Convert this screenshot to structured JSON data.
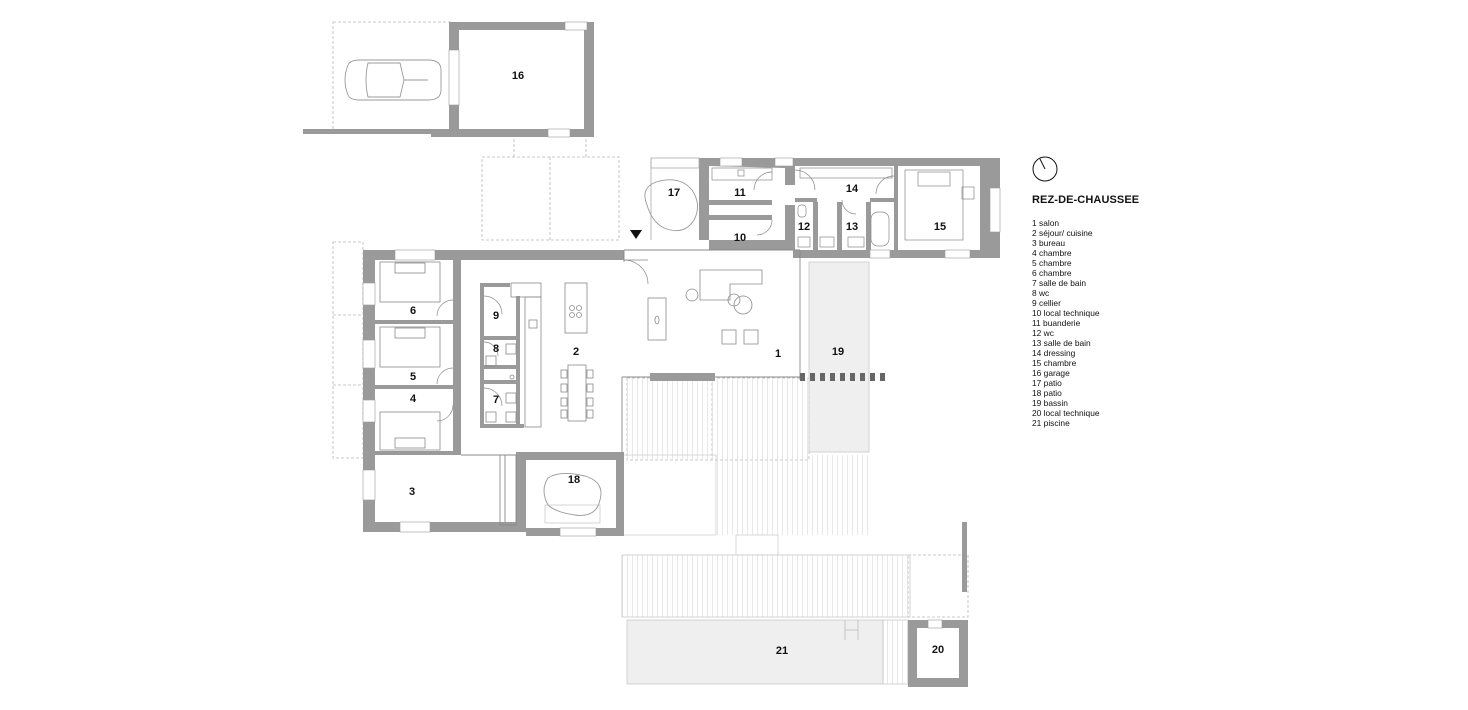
{
  "title": "REZ-DE-CHAUSSEE",
  "colors": {
    "wall": "#9a9a9a",
    "line": "#7a7a7a",
    "dash": "#b5b5b5",
    "water": "#efefef",
    "text": "#111111"
  },
  "rooms": [
    {
      "num": "1",
      "name": "salon"
    },
    {
      "num": "2",
      "name": "séjour/ cuisine"
    },
    {
      "num": "3",
      "name": "bureau"
    },
    {
      "num": "4",
      "name": "chambre"
    },
    {
      "num": "5",
      "name": "chambre"
    },
    {
      "num": "6",
      "name": "chambre"
    },
    {
      "num": "7",
      "name": "salle de bain"
    },
    {
      "num": "8",
      "name": "wc"
    },
    {
      "num": "9",
      "name": "cellier"
    },
    {
      "num": "10",
      "name": "local technique"
    },
    {
      "num": "11",
      "name": "buanderie"
    },
    {
      "num": "12",
      "name": "wc"
    },
    {
      "num": "13",
      "name": "salle de bain"
    },
    {
      "num": "14",
      "name": "dressing"
    },
    {
      "num": "15",
      "name": "chambre"
    },
    {
      "num": "16",
      "name": "garage"
    },
    {
      "num": "17",
      "name": "patio"
    },
    {
      "num": "18",
      "name": "patio"
    },
    {
      "num": "19",
      "name": "bassin"
    },
    {
      "num": "20",
      "name": "local technique"
    },
    {
      "num": "21",
      "name": "piscine"
    }
  ]
}
